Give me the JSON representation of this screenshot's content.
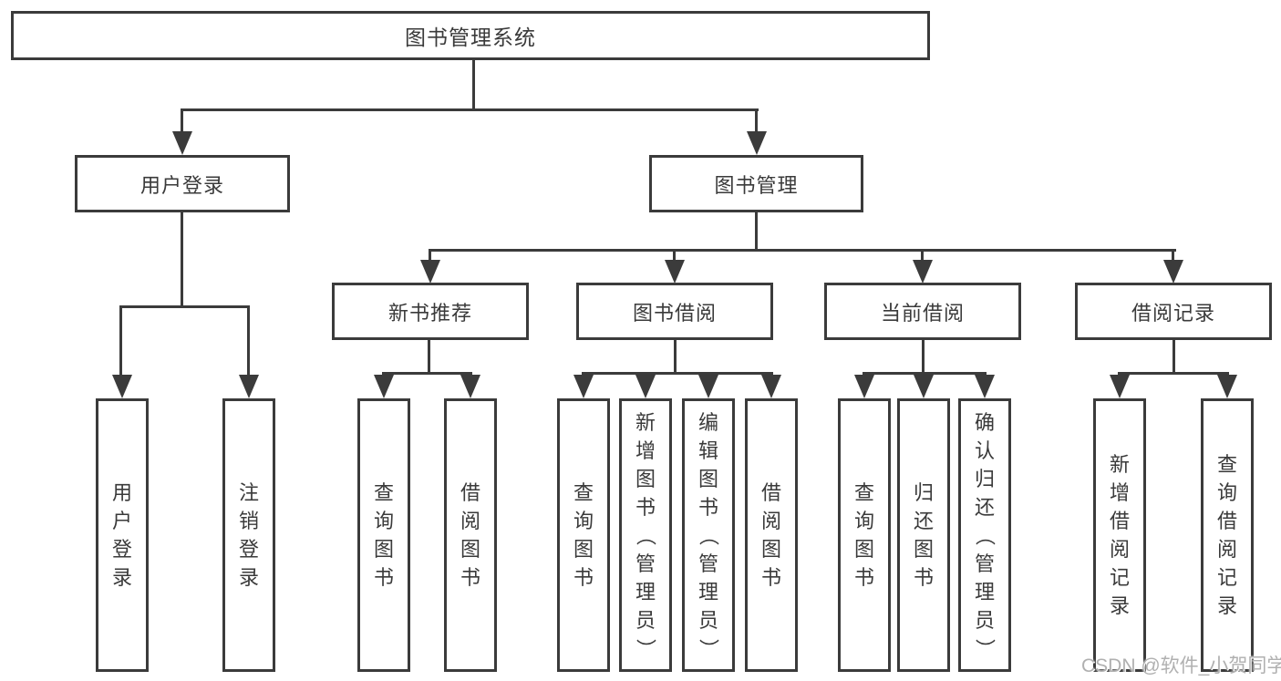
{
  "title": "图书管理系统",
  "watermark": "CSDN @软件_小贺同学",
  "colors": {
    "line": "#3b3b3b",
    "text": "#3a3a3a",
    "background": "#ffffff",
    "watermark": "#b0b0b0"
  },
  "tree": {
    "root": {
      "label": "图书管理系统"
    },
    "children": [
      {
        "label": "用户登录",
        "children": [
          {
            "label": "用户登录"
          },
          {
            "label": "注销登录"
          }
        ]
      },
      {
        "label": "图书管理",
        "children": [
          {
            "label": "新书推荐",
            "children": [
              {
                "label": "查询图书"
              },
              {
                "label": "借阅图书"
              }
            ]
          },
          {
            "label": "图书借阅",
            "children": [
              {
                "label": "查询图书"
              },
              {
                "label": "新增图书（管理员）"
              },
              {
                "label": "编辑图书（管理员）"
              },
              {
                "label": "借阅图书"
              }
            ]
          },
          {
            "label": "当前借阅",
            "children": [
              {
                "label": "查询图书"
              },
              {
                "label": "归还图书"
              },
              {
                "label": "确认归还（管理员）"
              }
            ]
          },
          {
            "label": "借阅记录",
            "children": [
              {
                "label": "新增借阅记录"
              },
              {
                "label": "查询借阅记录"
              }
            ]
          }
        ]
      }
    ]
  }
}
